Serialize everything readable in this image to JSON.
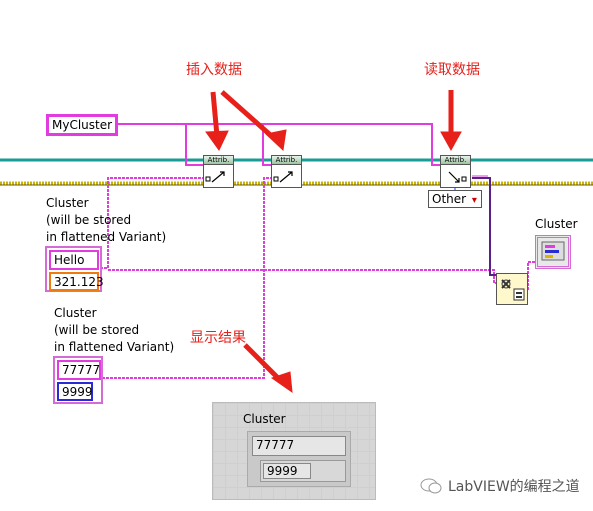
{
  "annotations": {
    "insert_data": "插入数据",
    "read_data": "读取数据",
    "show_result": "显示结果"
  },
  "constants": {
    "cluster_name": "MyCluster"
  },
  "nodes": {
    "attrib_label": "Attrib."
  },
  "cluster1": {
    "label_line1": "Cluster",
    "label_line2": "(will be stored",
    "label_line3": "in flattened Variant)",
    "string_value": "Hello",
    "number_value": "321.123"
  },
  "cluster2": {
    "label_line1": "Cluster",
    "label_line2": "(will be stored",
    "label_line3": "in flattened Variant)",
    "string_value": "77777",
    "number_value": "9999"
  },
  "type_selector": {
    "value": "Other",
    "arrow": "▾"
  },
  "indicator": {
    "label": "Cluster"
  },
  "front_panel": {
    "label": "Cluster",
    "string_value": "77777",
    "number_value": "9999"
  },
  "watermark": {
    "text": "LabVIEW的编程之道"
  },
  "colors": {
    "string_wire": "#e23be0",
    "variant_wire": "#5b1f8a",
    "error_wire": "#c8b400",
    "ref_wire": "#1a9c96",
    "annotation": "#e8201a"
  }
}
